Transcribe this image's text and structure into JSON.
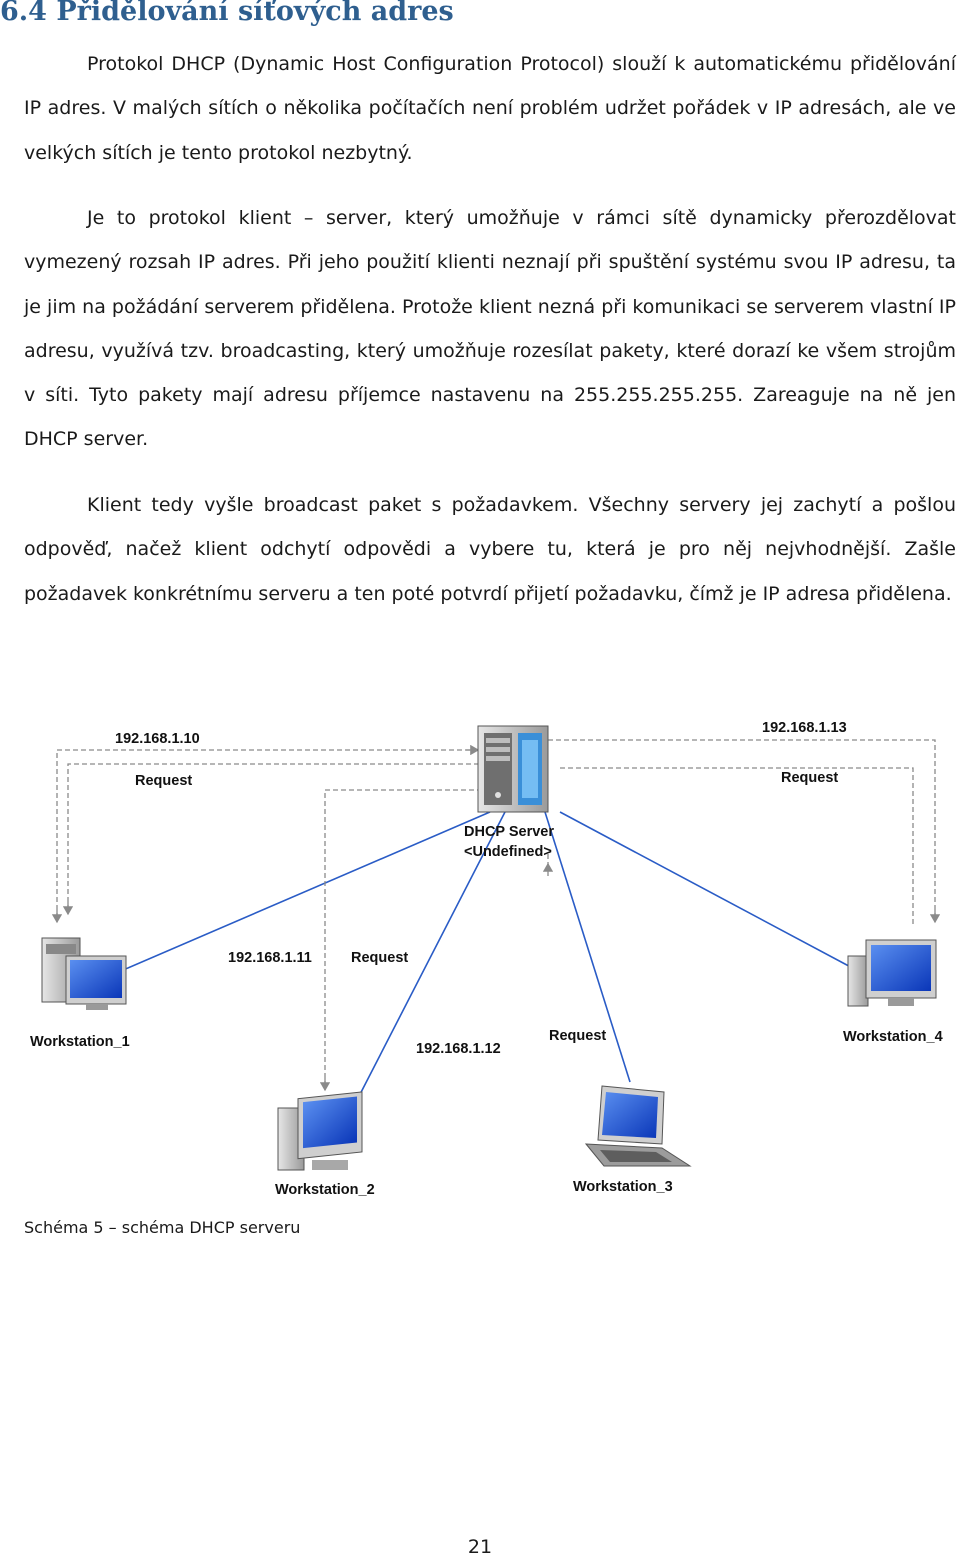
{
  "heading": "6.4 Přidělování síťových adres",
  "paragraphs": [
    "Protokol DHCP (Dynamic Host Configuration Protocol) slouží k automatickému přidělování IP adres. V malých sítích o několika počítačích není problém udržet pořádek v IP adresách, ale ve velkých sítích je tento protokol nezbytný.",
    "Je to protokol klient – server, který umožňuje v rámci sítě dynamicky přerozdělovat vymezený rozsah IP adres. Při jeho použití klienti neznají při spuštění systému svou IP adresu, ta je jim na požádání serverem přidělena. Protože klient nezná při komunikaci se serverem vlastní IP adresu, využívá tzv. broadcasting, který umožňuje rozesílat pakety, které dorazí ke všem strojům v síti. Tyto pakety mají adresu příjemce nastavenu na 255.255.255.255. Zareaguje na ně jen DHCP server.",
    "Klient tedy vyšle broadcast paket s požadavkem. Všechny servery jej zachytí a pošlou odpověď, načež klient odchytí odpovědi a vybere tu, která je pro něj nejvhodnější. Zašle požadavek konkrétnímu serveru a ten poté potvrdí přijetí požadavku, čímž je IP adresa přidělena."
  ],
  "diagram": {
    "server": {
      "name": "DHCP Server",
      "status": "<Undefined>"
    },
    "workstations": [
      {
        "name": "Workstation_1",
        "ip": "192.168.1.10",
        "request": "Request"
      },
      {
        "name": "Workstation_2",
        "ip": "192.168.1.11",
        "request": "Request"
      },
      {
        "name": "Workstation_3",
        "ip": "192.168.1.12",
        "request": "Request"
      },
      {
        "name": "Workstation_4",
        "ip": "192.168.1.13",
        "request": "Request"
      }
    ],
    "line_color": "#2a5cc6",
    "dashed_color": "#8a8a8a",
    "monitor_color": "#1d57d6"
  },
  "caption": "Schéma 5 – schéma DHCP serveru",
  "page_number": "21"
}
